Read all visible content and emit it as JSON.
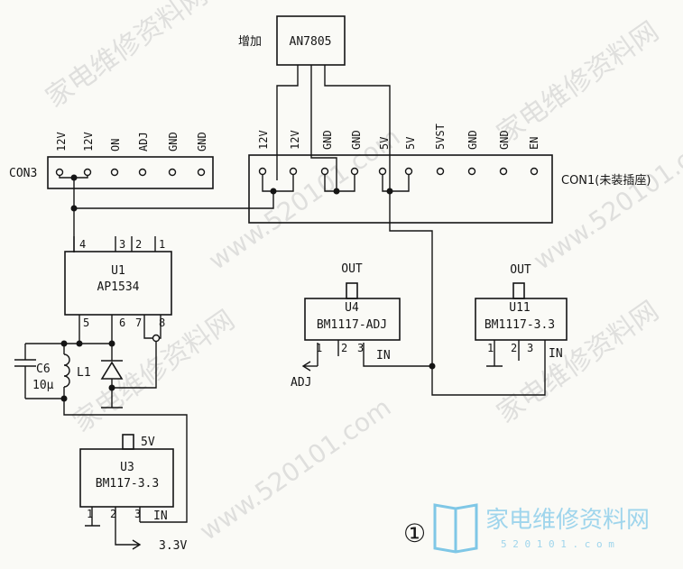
{
  "components": {
    "an7805": {
      "name": "AN7805",
      "note": "增加"
    },
    "con3": {
      "name": "CON3",
      "pins": [
        "12V",
        "12V",
        "ON",
        "ADJ",
        "GND",
        "GND"
      ]
    },
    "con1": {
      "name": "CON1(未装插座)",
      "pins": [
        "12V",
        "12V",
        "GND",
        "GND",
        "5V",
        "5V",
        "5VST",
        "GND",
        "GND",
        "EN"
      ]
    },
    "u1": {
      "ref": "U1",
      "part": "AP1534",
      "top_pins": [
        "4",
        "3",
        "2",
        "1"
      ],
      "bottom_pins": [
        "5",
        "6",
        "7",
        "8"
      ]
    },
    "u4": {
      "ref": "U4",
      "part": "BM1117-ADJ",
      "out_label": "OUT",
      "pins": [
        "1",
        "2",
        "3"
      ],
      "in_label": "IN",
      "adj_label": "ADJ"
    },
    "u11": {
      "ref": "U11",
      "part": "BM1117-3.3",
      "out_label": "OUT",
      "pins": [
        "1",
        "2",
        "3"
      ],
      "in_label": "IN"
    },
    "u3": {
      "ref": "U3",
      "part": "BM117-3.3",
      "supply_label": "5V",
      "pins": [
        "1",
        "2",
        "3"
      ],
      "in_label": "IN",
      "out_label": "3.3V"
    },
    "c6": {
      "ref": "C6",
      "value": "10μ"
    },
    "l1": {
      "ref": "L1"
    }
  },
  "figure_number": "①",
  "watermark": {
    "brand": "家电维修资料网",
    "url": "www.520101.com",
    "url_short": "5 2 0 1 0 1 . c o m"
  }
}
